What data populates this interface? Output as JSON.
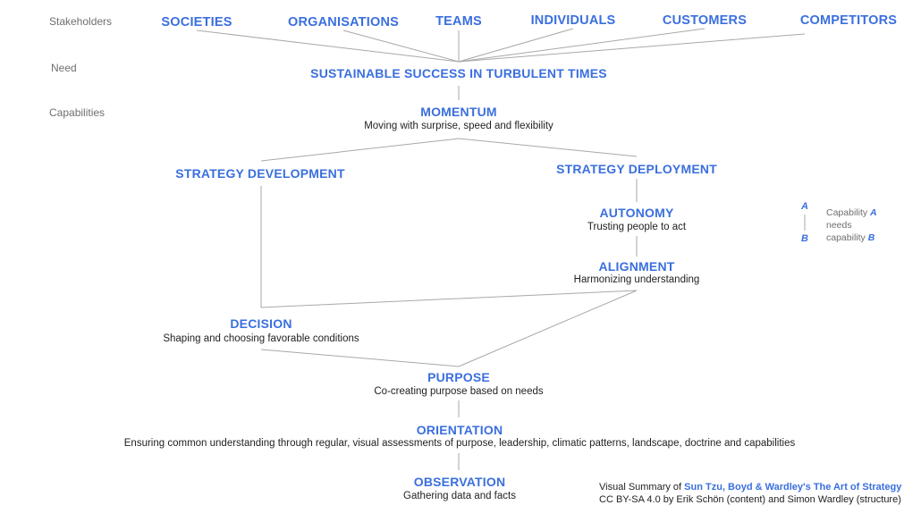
{
  "row_labels": {
    "stakeholders": "Stakeholders",
    "need": "Need",
    "capabilities": "Capabilities"
  },
  "stakeholders": [
    "SOCIETIES",
    "ORGANISATIONS",
    "TEAMS",
    "INDIVIDUALS",
    "CUSTOMERS",
    "COMPETITORS"
  ],
  "need": {
    "title": "SUSTAINABLE SUCCESS IN TURBULENT TIMES"
  },
  "nodes": {
    "momentum": {
      "title": "MOMENTUM",
      "desc": "Moving with surprise, speed and flexibility"
    },
    "strategy_development": {
      "title": "STRATEGY DEVELOPMENT"
    },
    "strategy_deployment": {
      "title": "STRATEGY DEPLOYMENT"
    },
    "autonomy": {
      "title": "AUTONOMY",
      "desc": "Trusting people to act"
    },
    "alignment": {
      "title": "ALIGNMENT",
      "desc": "Harmonizing understanding"
    },
    "decision": {
      "title": "DECISION",
      "desc": "Shaping and choosing favorable conditions"
    },
    "purpose": {
      "title": "PURPOSE",
      "desc": "Co-creating purpose based on needs"
    },
    "orientation": {
      "title": "ORIENTATION",
      "desc": "Ensuring common understanding through regular, visual assessments of purpose, leadership, climatic patterns, landscape, doctrine and capabilities"
    },
    "observation": {
      "title": "OBSERVATION",
      "desc": "Gathering data and facts"
    }
  },
  "legend": {
    "letter_a": "A",
    "letter_b": "B",
    "line1_prefix": "Capability ",
    "line1_letter": "A",
    "line2": "needs",
    "line3_prefix": "capability ",
    "line3_letter": "B"
  },
  "credits": {
    "line1_prefix": "Visual Summary of ",
    "line1_highlight": "Sun Tzu, Boyd & Wardley's The Art of Strategy",
    "line2": "CC BY-SA 4.0 by Erik Schön (content) and Simon Wardley (structure)"
  },
  "colors": {
    "accent": "#3a6fde",
    "line": "#a8a8a8",
    "label": "#6e6e6e",
    "text": "#222222"
  }
}
